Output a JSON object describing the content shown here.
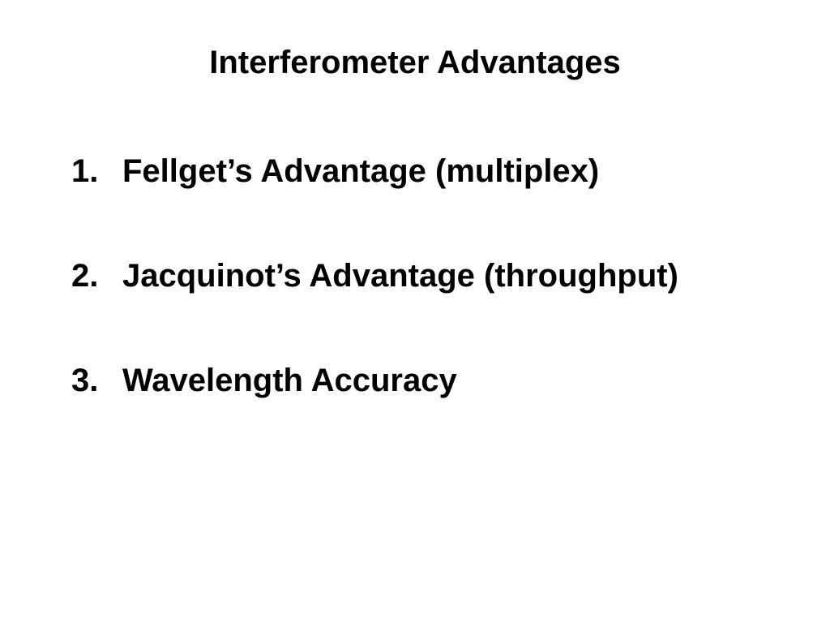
{
  "slide": {
    "title": "Interferometer Advantages",
    "items": [
      {
        "number": "1.",
        "text": "Fellget’s Advantage (multiplex)"
      },
      {
        "number": "2.",
        "text": "Jacquinot’s Advantage (throughput)"
      },
      {
        "number": "3.",
        "text": "Wavelength Accuracy"
      }
    ]
  }
}
